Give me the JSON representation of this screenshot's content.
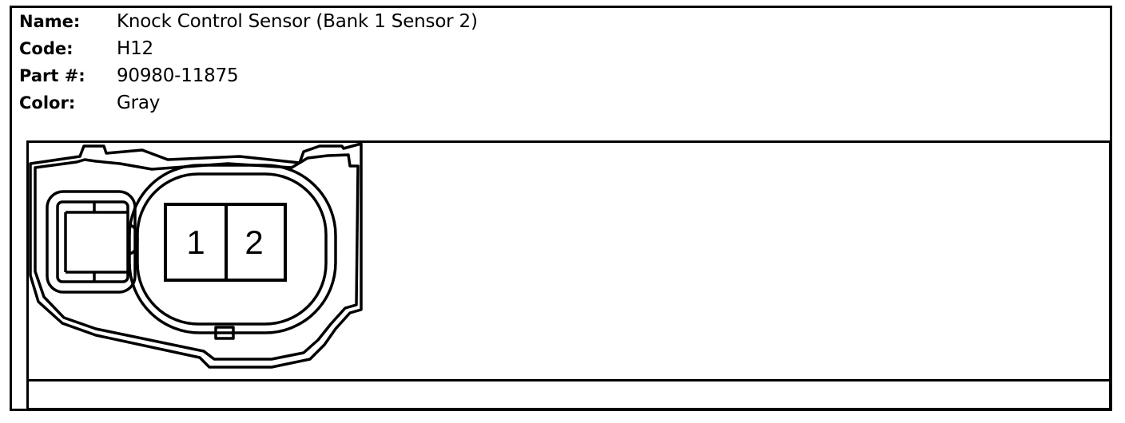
{
  "connector": {
    "name_label": "Name:",
    "name": "Knock Control Sensor (Bank 1 Sensor 2)",
    "code_label": "Code:",
    "code": "H12",
    "part_label": "Part #:",
    "part": "90980-11875",
    "color_label": "Color:",
    "color": "Gray",
    "pins": [
      "1",
      "2"
    ]
  }
}
